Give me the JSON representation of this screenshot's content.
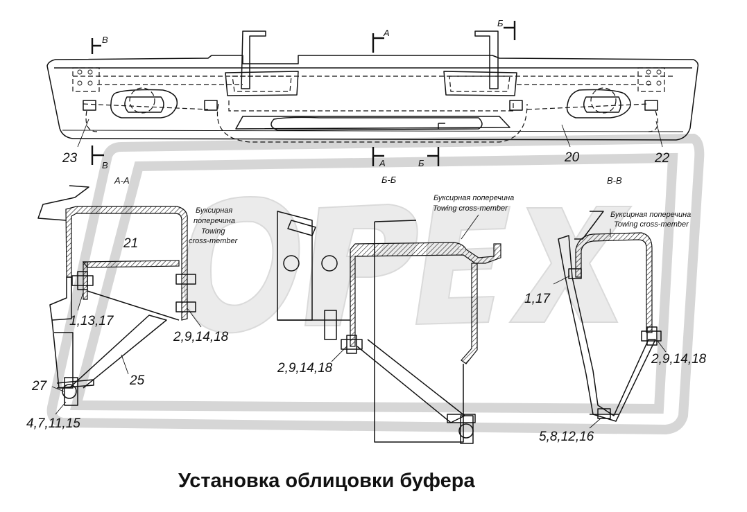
{
  "title": "Установка облицовки буфера",
  "watermark": "OPEX",
  "section_marks": {
    "a": "А",
    "b": "Б",
    "v": "В"
  },
  "section_titles": {
    "aa": "А-А",
    "bb": "Б-Б",
    "vv": "В-В"
  },
  "notes": {
    "ru_line1": "Буксирная",
    "ru_line2": "поперечина",
    "ru_full": "Буксирная поперечина",
    "en_line1": "Towing",
    "en_line2": "cross-member",
    "en_full": "Towing cross-member"
  },
  "callouts": {
    "c20": "20",
    "c21": "21",
    "c22": "22",
    "c23": "23",
    "c25": "25",
    "c27": "27",
    "c1_13_17": "1,13,17",
    "c1_17": "1,17",
    "c2_9_14_18": "2,9,14,18",
    "c4_7_11_15": "4,7,11,15",
    "c5_8_12_16": "5,8,12,16"
  },
  "colors": {
    "line": "#111111",
    "watermark": "#d6d6d6",
    "background": "#ffffff"
  }
}
